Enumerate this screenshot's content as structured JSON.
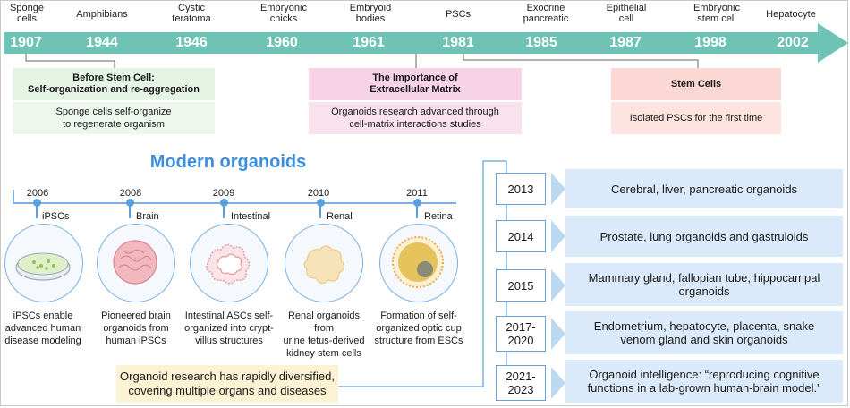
{
  "timeline": {
    "events": [
      {
        "label": "Sponge\ncells",
        "year": "1907"
      },
      {
        "label": "Amphibians",
        "year": "1944"
      },
      {
        "label": "Cystic\nteratoma",
        "year": "1946"
      },
      {
        "label": "Embryonic\nchicks",
        "year": "1960"
      },
      {
        "label": "Embryoid\nbodies",
        "year": "1961"
      },
      {
        "label": "PSCs",
        "year": "1981"
      },
      {
        "label": "Exocrine\npancreatic",
        "year": "1985"
      },
      {
        "label": "Epithelial\ncell",
        "year": "1987"
      },
      {
        "label": "Embryonic\nstem cell",
        "year": "1998"
      },
      {
        "label": "Hepatocyte",
        "year": "2002"
      }
    ]
  },
  "cards": {
    "before_stem_cell": {
      "title": "Before Stem Cell:\nSelf-organization and re-aggregation",
      "desc": "Sponge cells self-organize\nto regenerate organism"
    },
    "extracellular": {
      "title": "The Importance of\nExtracellular Matrix",
      "desc": "Organoids research advanced through\ncell-matrix interactions studies"
    },
    "stem_cells": {
      "title": "Stem Cells",
      "desc": "Isolated PSCs for the first time"
    }
  },
  "modern": {
    "title": "Modern organoids",
    "items": [
      {
        "year": "2006",
        "name": "iPSCs",
        "desc": "iPSCs enable\nadvanced human\ndisease modeling"
      },
      {
        "year": "2008",
        "name": "Brain",
        "desc": "Pioneered brain\norganoids from\nhuman iPSCs"
      },
      {
        "year": "2009",
        "name": "Intestinal",
        "desc": "Intestinal ASCs self-\norganized into crypt-\nvillus structures"
      },
      {
        "year": "2010",
        "name": "Renal",
        "desc": "Renal organoids from\nurine fetus-derived\nkidney stem cells"
      },
      {
        "year": "2011",
        "name": "Retina",
        "desc": "Formation of self-\norganized optic cup\nstructure from ESCs"
      }
    ],
    "summary": "Organoid research has rapidly diversified,\ncovering multiple organs and diseases"
  },
  "recent": [
    {
      "year": "2013",
      "desc": "Cerebral, liver, pancreatic organoids"
    },
    {
      "year": "2014",
      "desc": "Prostate, lung organoids and gastruloids"
    },
    {
      "year": "2015",
      "desc": "Mammary gland, fallopian tube, hippocampal\norganoids"
    },
    {
      "year": "2017-\n2020",
      "desc": "Endometrium, hepatocyte, placenta, snake\nvenom gland and skin organoids"
    },
    {
      "year": "2021-\n2023",
      "desc": "Organoid intelligence: “reproducing cognitive\nfunctions in a lab-grown human-brain model.”"
    }
  ],
  "colors": {
    "timeline_teal": "#6fc3b4",
    "green_card": "#e6f4e6",
    "pink_card": "#f6d3e6",
    "salmon_card": "#fbd8d3",
    "blue_accent": "#5aa0e0",
    "blue_panel": "#dbeafa",
    "summary_yellow": "#fcf3d4"
  }
}
